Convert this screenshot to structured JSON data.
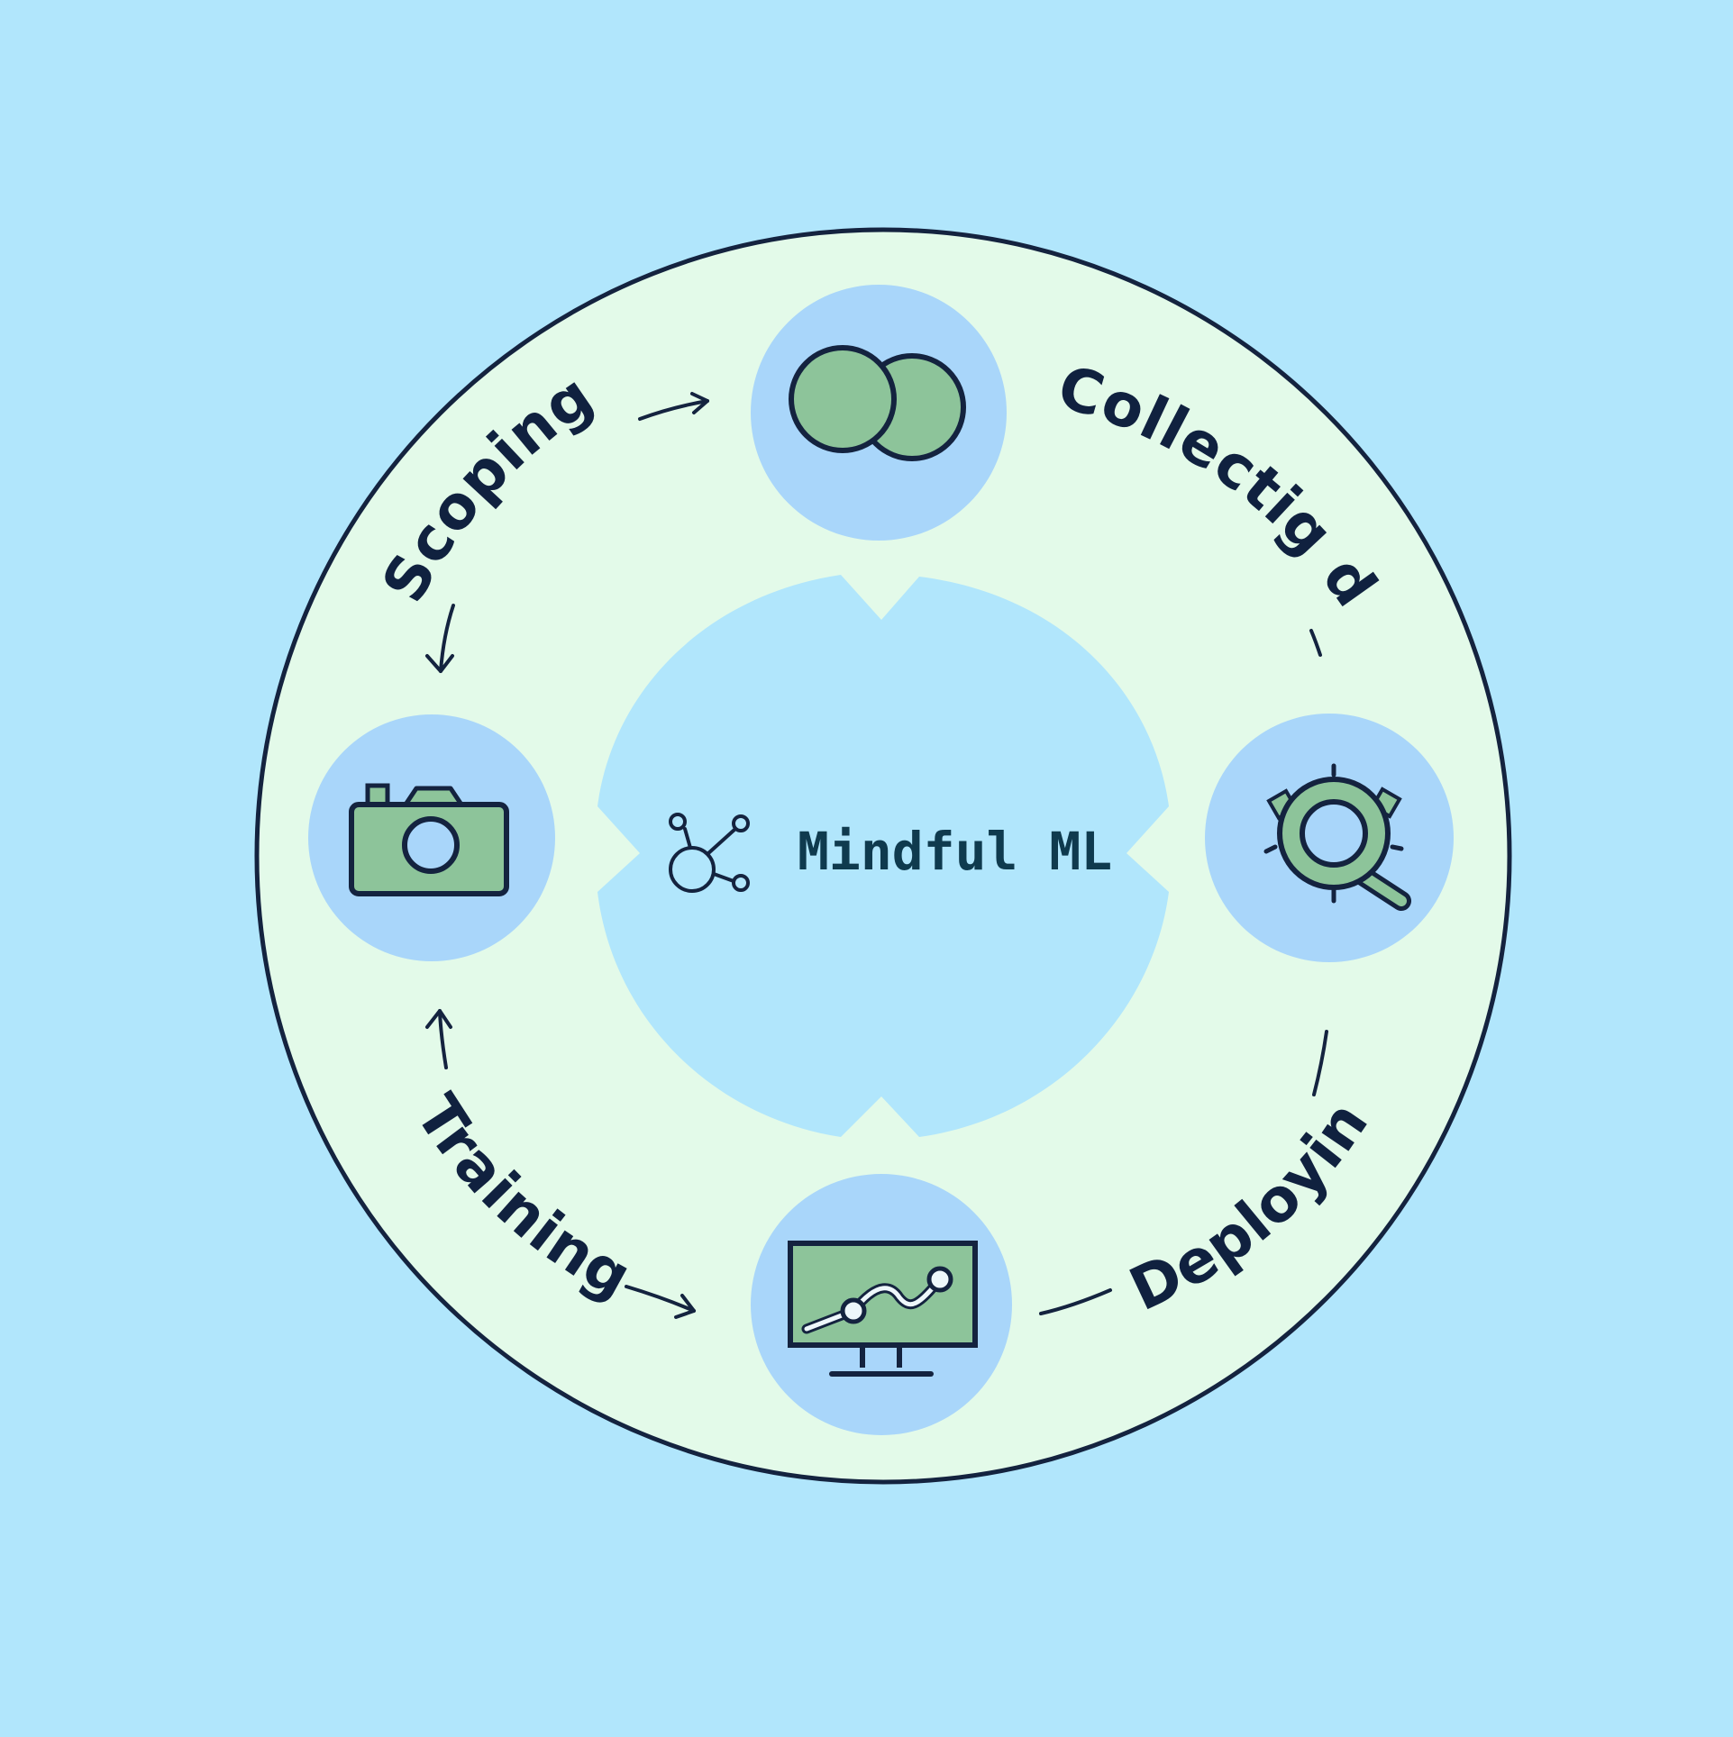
{
  "diagram": {
    "center_brand": "Mindful ML",
    "stages": [
      {
        "label": "Scoping",
        "icon": "overlapping-circles-icon"
      },
      {
        "label": "Collectig data",
        "icon": "gear-magnifier-icon"
      },
      {
        "label": "Deploying",
        "icon": "monitor-chart-icon"
      },
      {
        "label": "Training",
        "icon": "camera-icon"
      }
    ]
  },
  "colors": {
    "background": "#b1e6fc",
    "ring": "#e3fae9",
    "node": "#a9d6fa",
    "icon_fill": "#8dc49a",
    "outline": "#14233f"
  }
}
